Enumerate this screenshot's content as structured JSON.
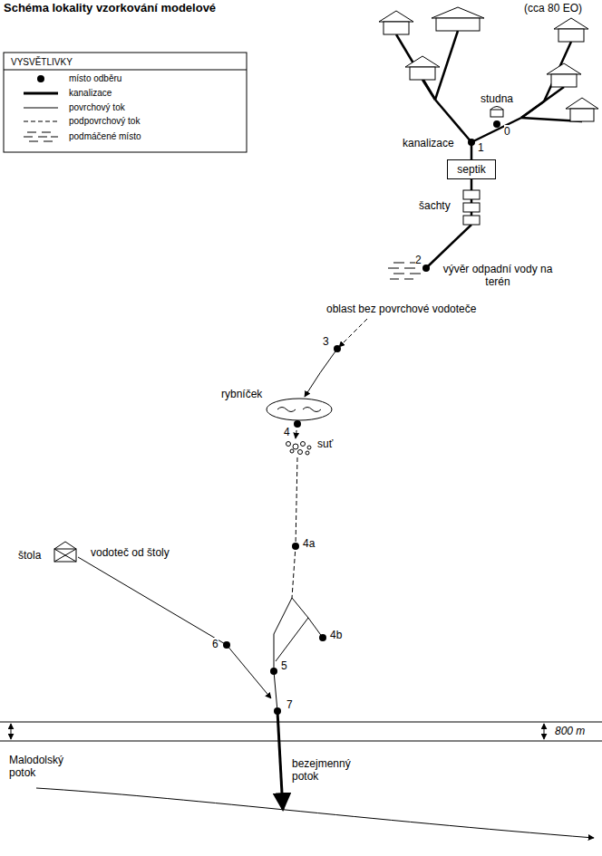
{
  "diagram": {
    "title": "Schéma lokality vzorkování modelové",
    "nodes": [
      {
        "text": [
          "septik"
        ]
      }
    ],
    "labels": [
      "(cca 80 EO)",
      "VYSVĚTLIVKY",
      "studna",
      "0",
      "kanalizace",
      "1",
      "šachty",
      "2",
      "vývěr odpadní vody na terén",
      "oblast bez povrchové vodoteče",
      "3",
      "rybníček",
      "4",
      "suť",
      "4a",
      "4b",
      "štola",
      "vodoteč od štoly",
      "6",
      "5",
      "7",
      "800 m",
      "Malodolský potok",
      "bezejmenný potok"
    ],
    "legend": [
      {
        "text": "místo odběru"
      },
      {
        "text": "kanalizace"
      },
      {
        "text": "povrchový tok"
      },
      {
        "text": "podpovrchový tok"
      },
      {
        "text": "podmáčené místo"
      }
    ]
  }
}
